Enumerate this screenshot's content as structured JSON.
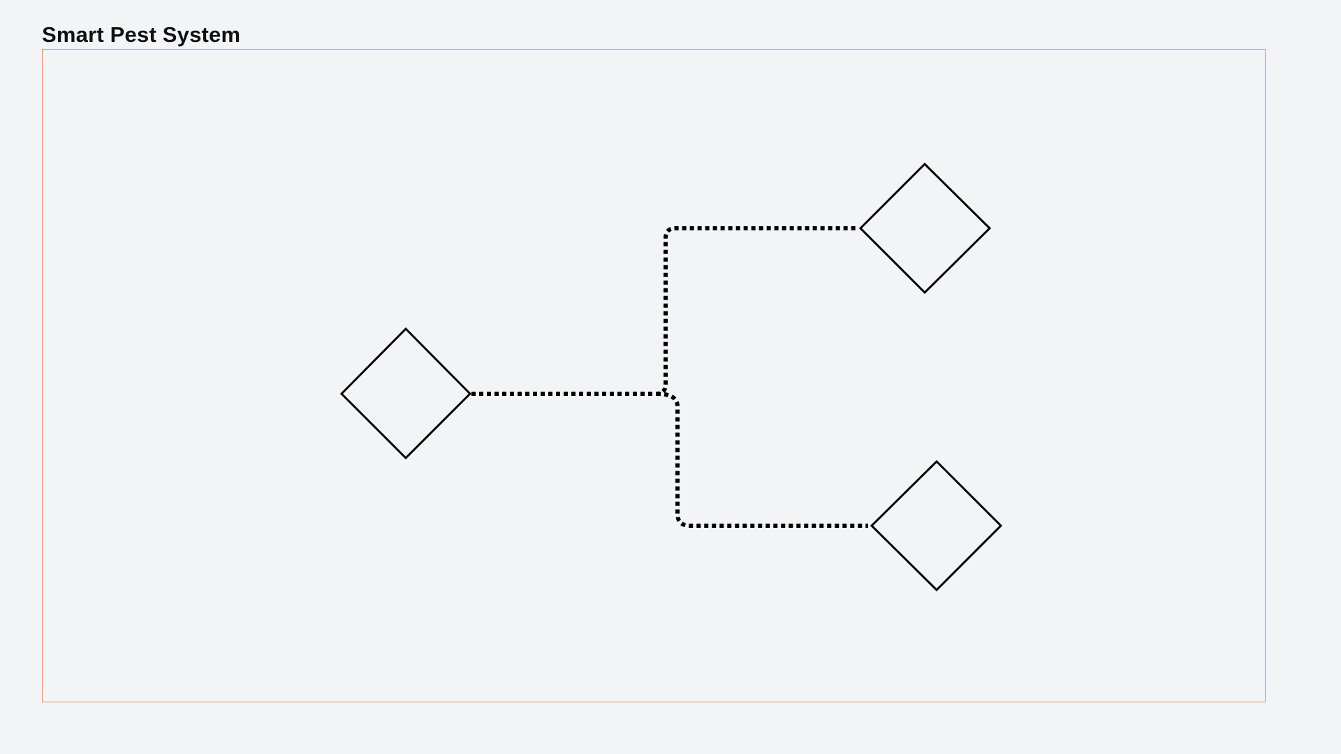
{
  "diagram": {
    "title": "Smart Pest System",
    "frame_color": "#e8826c",
    "stroke_color": "#000000",
    "background_color": "#f3f4f6",
    "nodes": [
      {
        "id": "root",
        "shape": "diamond",
        "label": ""
      },
      {
        "id": "branch-top",
        "shape": "diamond",
        "label": ""
      },
      {
        "id": "branch-bottom",
        "shape": "diamond",
        "label": ""
      }
    ],
    "edges": [
      {
        "from": "root",
        "to": "branch-top",
        "style": "dotted"
      },
      {
        "from": "root",
        "to": "branch-bottom",
        "style": "dotted"
      }
    ]
  }
}
